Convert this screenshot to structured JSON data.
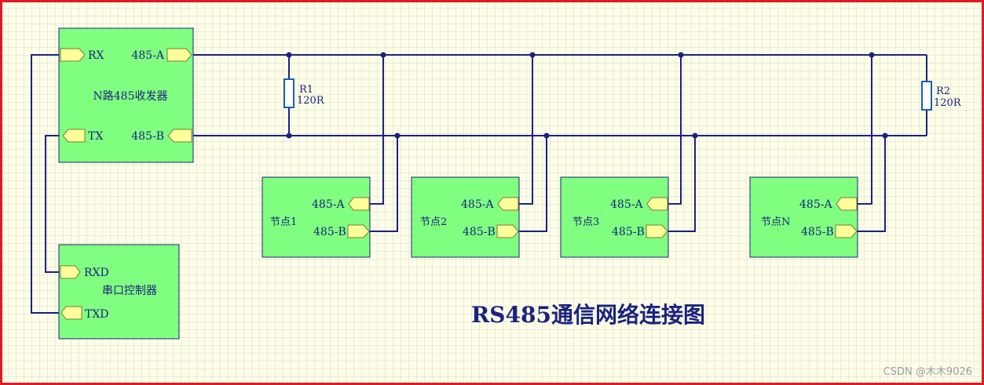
{
  "title": "RS485通信网络连接图",
  "watermark": "CSDN @木木9026",
  "transceiver": {
    "name": "N路485收发器",
    "rx": "RX",
    "tx": "TX",
    "a": "485-A",
    "b": "485-B"
  },
  "controller": {
    "name": "串口控制器",
    "rxd": "RXD",
    "txd": "TXD"
  },
  "resistors": [
    {
      "ref": "R1",
      "value": "120R"
    },
    {
      "ref": "R2",
      "value": "120R"
    }
  ],
  "nodes": [
    {
      "name": "节点1",
      "a": "485-A",
      "b": "485-B"
    },
    {
      "name": "节点2",
      "a": "485-A",
      "b": "485-B"
    },
    {
      "name": "节点3",
      "a": "485-A",
      "b": "485-B"
    },
    {
      "name": "节点N",
      "a": "485-A",
      "b": "485-B"
    }
  ],
  "colors": {
    "border": "#e01a24",
    "wire": "#1a237e",
    "box": "#80ff80",
    "port": "#ffff99",
    "resistor": "#1a5fb4"
  }
}
